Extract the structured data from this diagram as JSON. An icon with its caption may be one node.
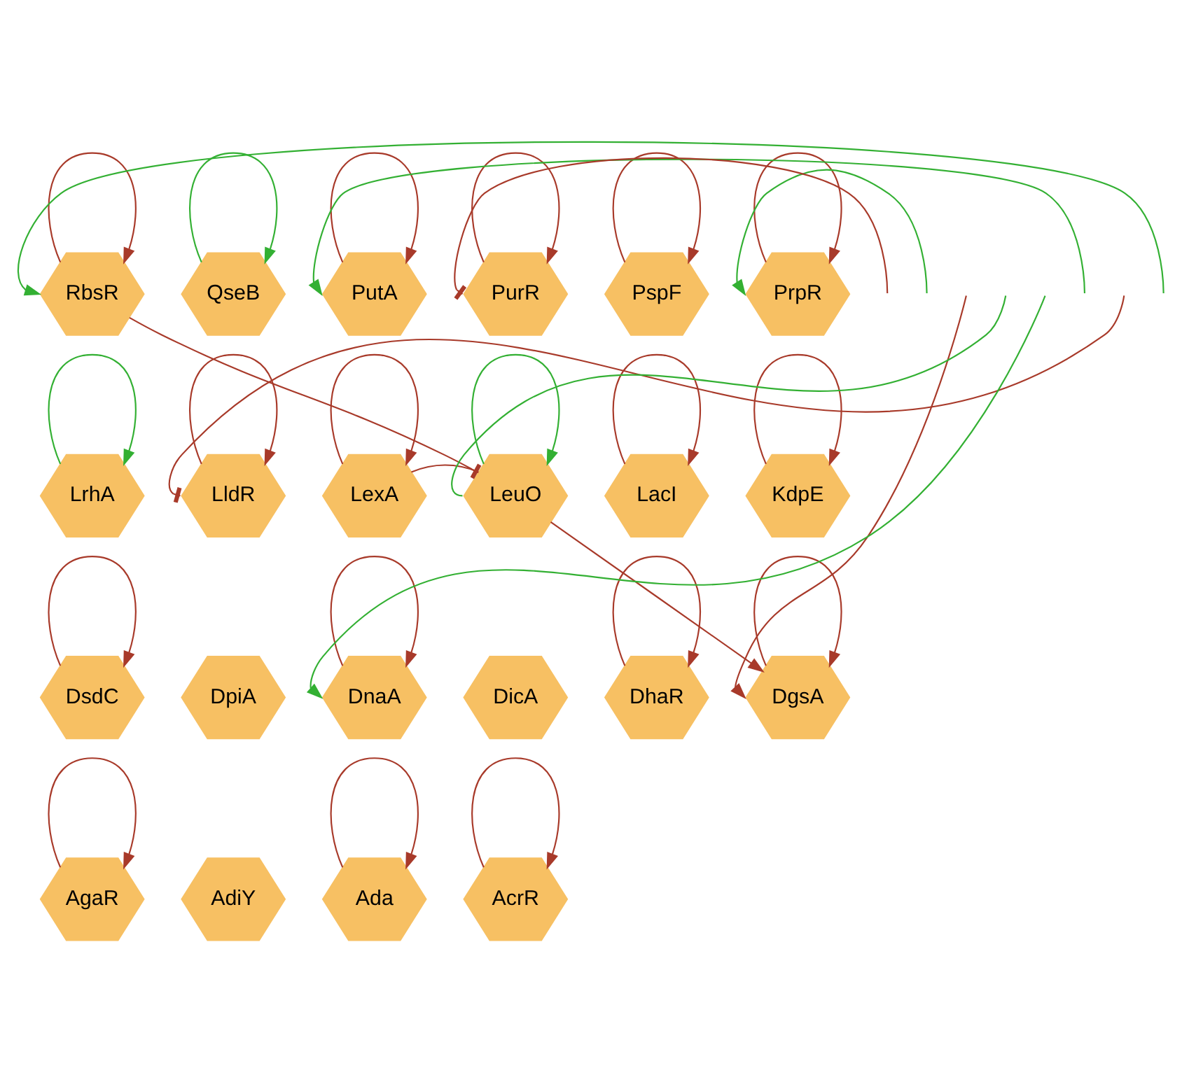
{
  "diagram": {
    "nodes": [
      {
        "text": [
          "RbsR"
        ]
      },
      {
        "text": [
          "QseB"
        ]
      },
      {
        "text": [
          "PutA"
        ]
      },
      {
        "text": [
          "PurR"
        ]
      },
      {
        "text": [
          "PspF"
        ]
      },
      {
        "text": [
          "PrpR"
        ]
      },
      {
        "text": [
          "LrhA"
        ]
      },
      {
        "text": [
          "LldR"
        ]
      },
      {
        "text": [
          "LexA"
        ]
      },
      {
        "text": [
          "LeuO"
        ]
      },
      {
        "text": [
          "LacI"
        ]
      },
      {
        "text": [
          "KdpE"
        ]
      },
      {
        "text": [
          "DsdC"
        ]
      },
      {
        "text": [
          "DpiA"
        ]
      },
      {
        "text": [
          "DnaA"
        ]
      },
      {
        "text": [
          "DicA"
        ]
      },
      {
        "text": [
          "DhaR"
        ]
      },
      {
        "text": [
          "DgsA"
        ]
      },
      {
        "text": [
          "AgaR"
        ]
      },
      {
        "text": [
          "AdiY"
        ]
      },
      {
        "text": [
          "Ada"
        ]
      },
      {
        "text": [
          "AcrR"
        ]
      }
    ],
    "edges": [
      {
        "from": 0,
        "to": 0,
        "arrow": "to"
      },
      {
        "from": 1,
        "to": 1,
        "arrow": "to",
        "color": "#33b033"
      },
      {
        "from": 2,
        "to": 2,
        "arrow": "to"
      },
      {
        "from": 3,
        "to": 3,
        "arrow": "to"
      },
      {
        "from": 4,
        "to": 4,
        "arrow": "to"
      },
      {
        "from": 5,
        "to": 5,
        "arrow": "to"
      },
      {
        "from": 6,
        "to": 6,
        "arrow": "to",
        "color": "#33b033"
      },
      {
        "from": 7,
        "to": 7,
        "arrow": "to"
      },
      {
        "from": 8,
        "to": 8,
        "arrow": "to"
      },
      {
        "from": 9,
        "to": 9,
        "arrow": "to",
        "color": "#33b033"
      },
      {
        "from": 10,
        "to": 10,
        "arrow": "to"
      },
      {
        "from": 11,
        "to": 11,
        "arrow": "to"
      },
      {
        "from": 12,
        "to": 12,
        "arrow": "to"
      },
      {
        "from": 14,
        "to": 14,
        "arrow": "to"
      },
      {
        "from": 16,
        "to": 16,
        "arrow": "to"
      },
      {
        "from": 17,
        "to": 17,
        "arrow": "to"
      },
      {
        "from": 18,
        "to": 18,
        "arrow": "to"
      },
      {
        "from": 20,
        "to": 20,
        "arrow": "to"
      },
      {
        "from": 21,
        "to": 21,
        "arrow": "to"
      },
      {
        "from": null,
        "to": 5,
        "arrow": "to",
        "color": "#33b033"
      },
      {
        "from": null,
        "to": 0,
        "arrow": "to",
        "color": "#33b033"
      },
      {
        "from": null,
        "to": 2,
        "arrow": "to",
        "color": "#33b033"
      },
      {
        "from": 0,
        "to": 9,
        "arrow": "other"
      },
      {
        "from": null,
        "to": 7,
        "arrow": "other"
      },
      {
        "from": null,
        "to": 3,
        "arrow": "other"
      },
      {
        "from": 8,
        "to": 9,
        "arrow": "none"
      },
      {
        "from": 9,
        "to": 17,
        "arrow": "to"
      },
      {
        "from": null,
        "to": 17,
        "arrow": "to"
      },
      {
        "from": null,
        "to": 9,
        "arrow": "none",
        "color": "#33b033"
      },
      {
        "from": null,
        "to": 14,
        "arrow": "to",
        "color": "#33b033"
      }
    ]
  }
}
